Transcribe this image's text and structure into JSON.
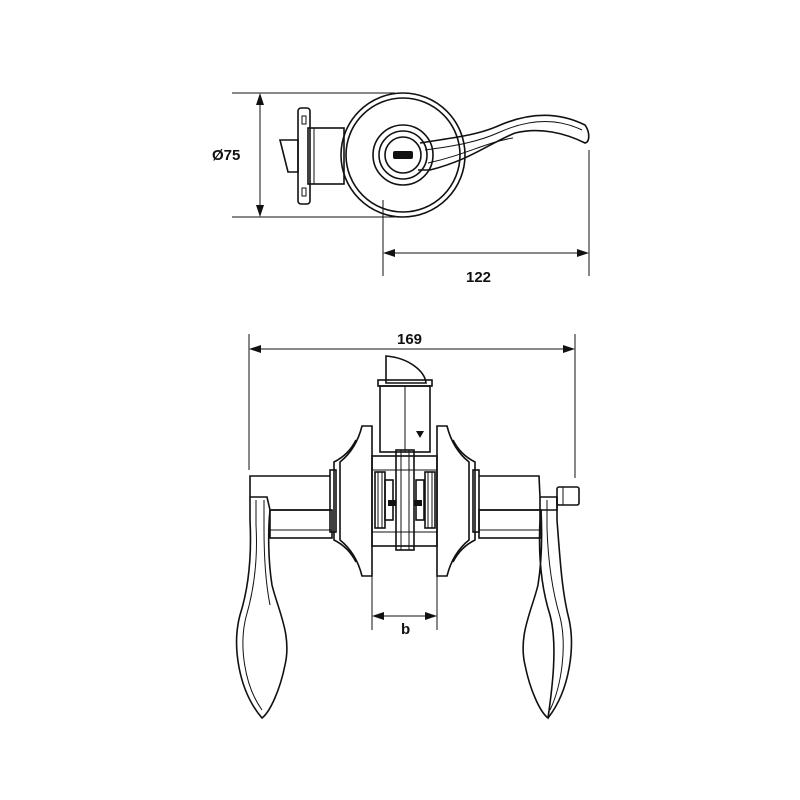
{
  "dimensions": {
    "diameter_label": "Ø75",
    "length_label": "122",
    "width_label": "169",
    "backset_label": "b"
  }
}
